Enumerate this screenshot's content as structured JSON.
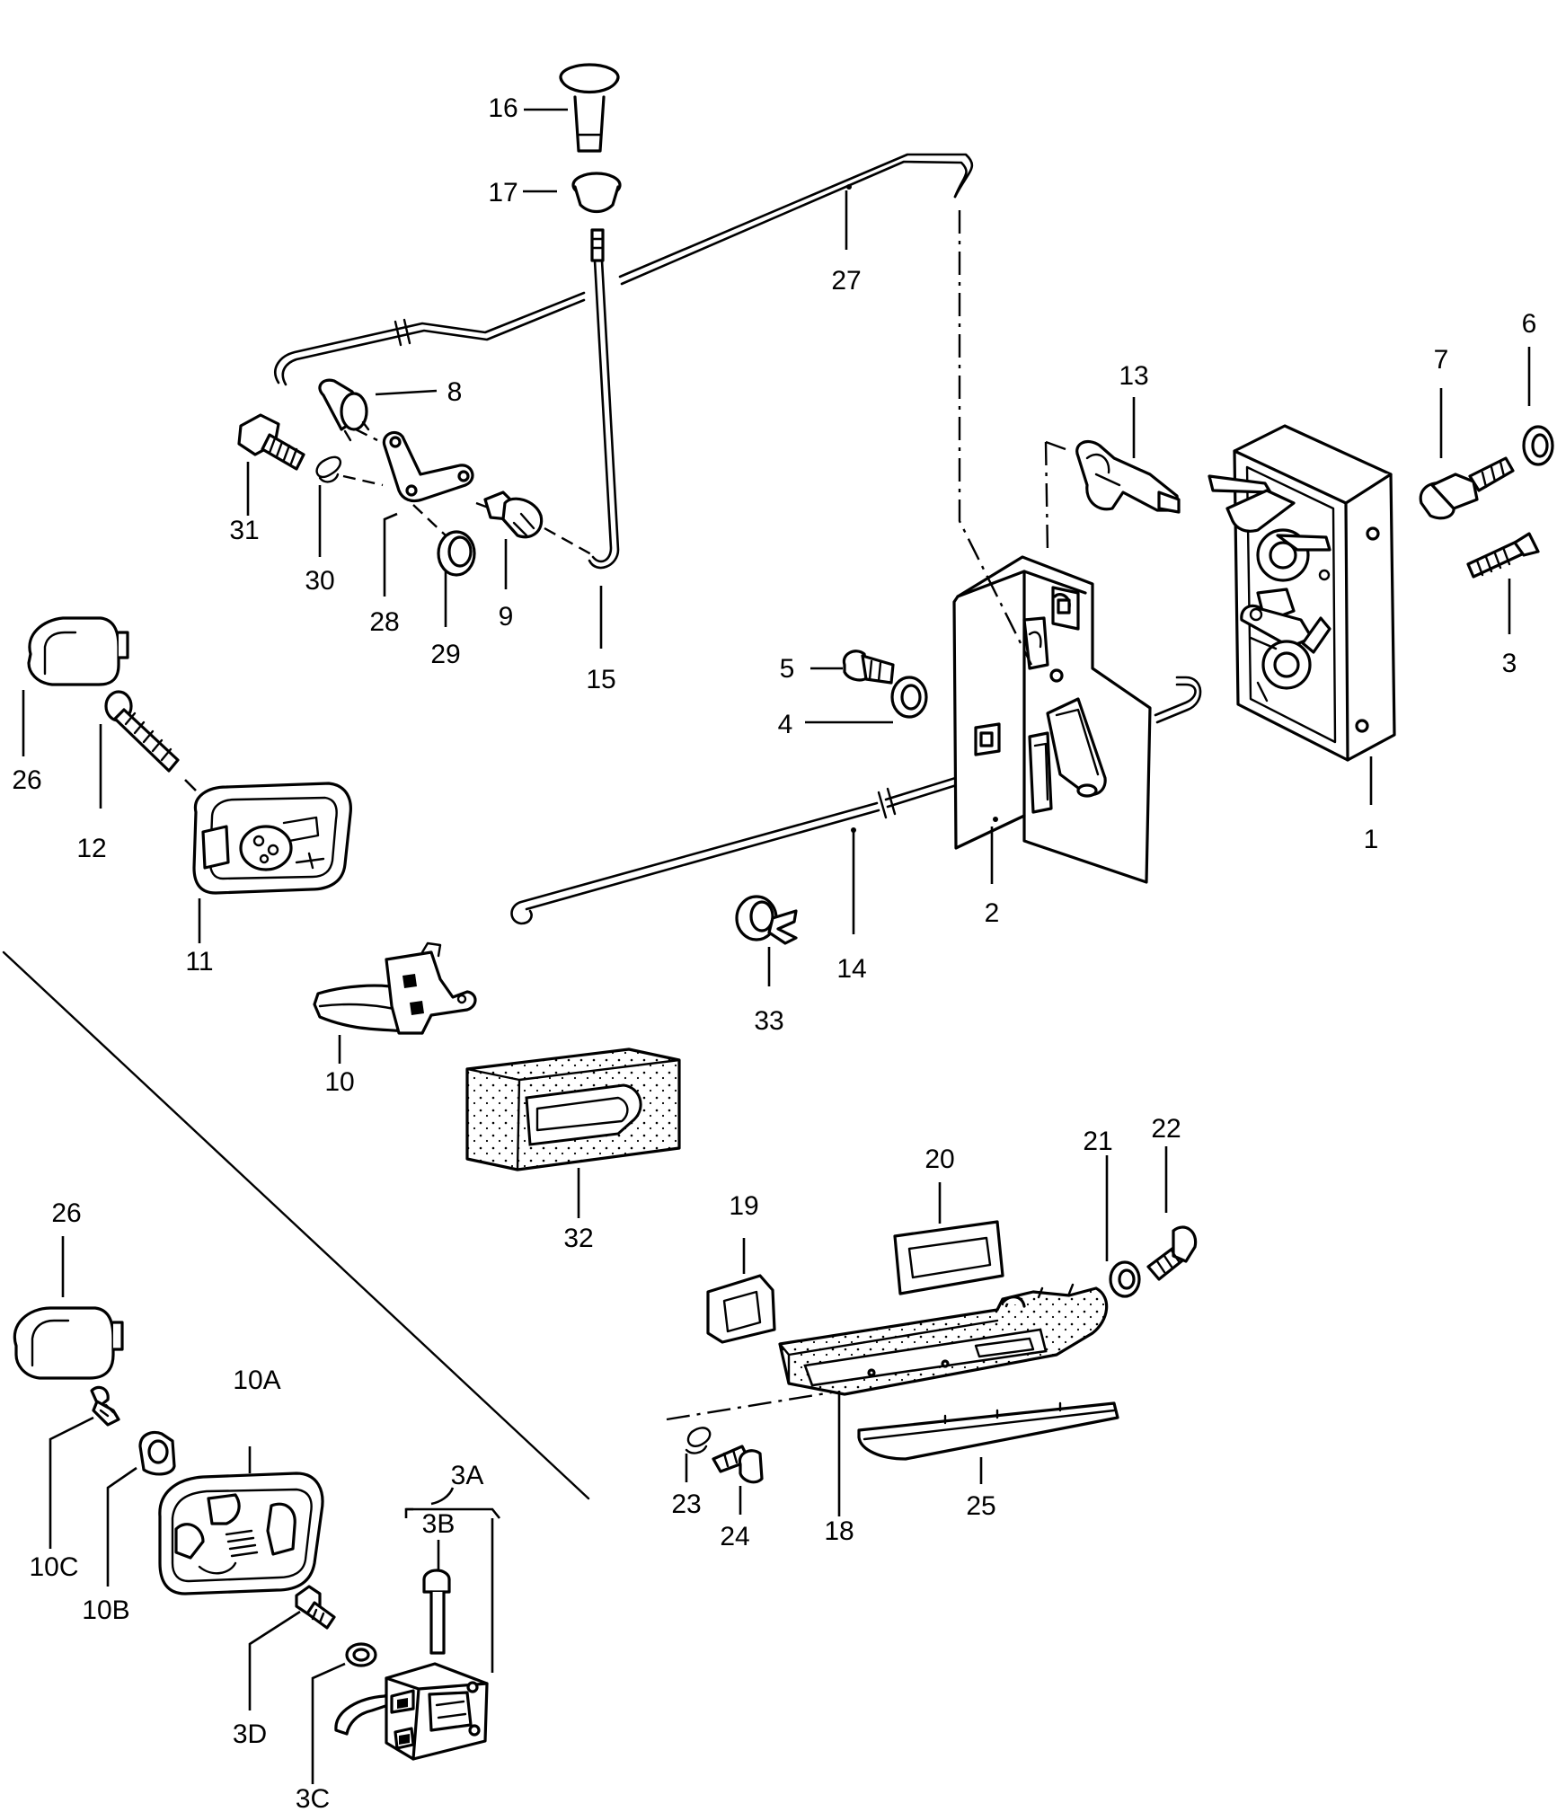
{
  "parts": {
    "p1": "1",
    "p2": "2",
    "p3": "3",
    "p3a": "3A",
    "p3b": "3B",
    "p3c": "3C",
    "p3d": "3D",
    "p4": "4",
    "p5": "5",
    "p6": "6",
    "p7": "7",
    "p8": "8",
    "p9": "9",
    "p10": "10",
    "p10a": "10A",
    "p10b": "10B",
    "p10c": "10C",
    "p11": "11",
    "p12": "12",
    "p13": "13",
    "p14": "14",
    "p15": "15",
    "p16": "16",
    "p17": "17",
    "p18": "18",
    "p19": "19",
    "p20": "20",
    "p21": "21",
    "p22": "22",
    "p23": "23",
    "p24": "24",
    "p25": "25",
    "p26a": "26",
    "p26b": "26",
    "p27": "27",
    "p28": "28",
    "p29": "29",
    "p30": "30",
    "p31": "31",
    "p32": "32",
    "p33": "33"
  }
}
